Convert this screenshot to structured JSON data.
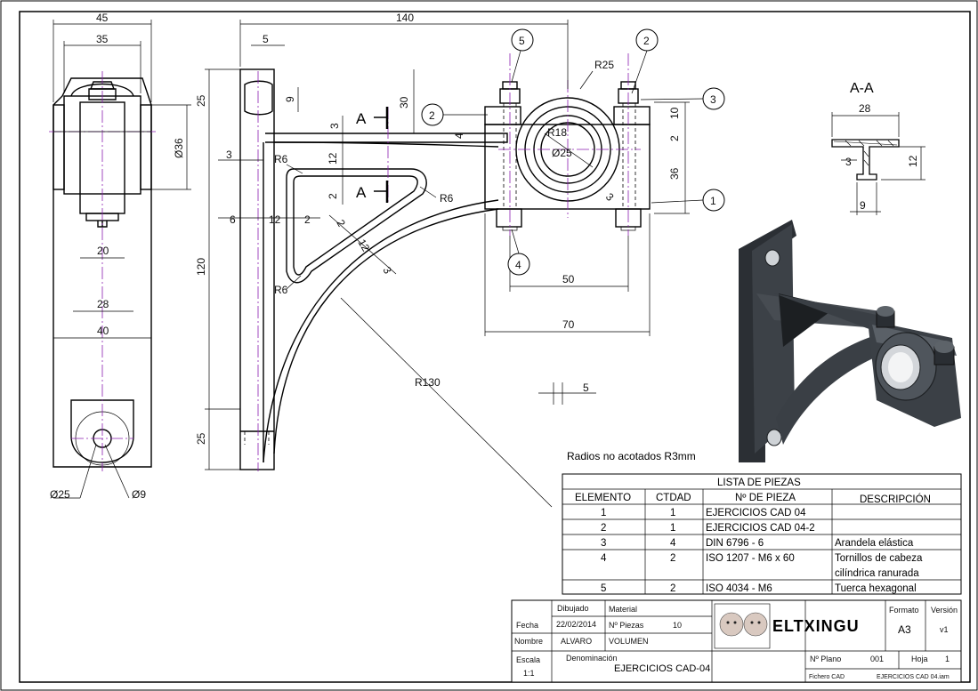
{
  "drawing": {
    "section_label": "A-A",
    "section_marker_top": "A",
    "section_marker_bottom": "A",
    "note": "Radios no acotados R3mm"
  },
  "dimensions": {
    "left_view": {
      "overall_width": "45",
      "top_width": "35",
      "boss_diameter": "Ø36",
      "slot_width": "20",
      "rib_width": "28",
      "body_width": "40",
      "hole_outer": "Ø25",
      "hole_inner": "Ø9"
    },
    "front_view": {
      "overall_length": "140",
      "flange_thk": "5",
      "upper_len": "25",
      "mid_len": "120",
      "lower_len": "25",
      "hole_gap": "9",
      "hole_off": "30",
      "rib_thk_a": "3",
      "rib_thk_b": "12",
      "rib_thk_c": "2",
      "web": "4",
      "left_thk": "3",
      "w6": "6",
      "w12": "12",
      "w2": "2",
      "r6_a": "R6",
      "r6_b": "R6",
      "r6_c": "R6",
      "arc_a": "2",
      "arc_b": "12",
      "arc_c": "3",
      "r130": "R130",
      "r25": "R25",
      "r18": "R18",
      "d25": "Ø25",
      "r3": "3",
      "h10": "10",
      "h2": "2",
      "h36": "36",
      "w50": "50",
      "w70": "70",
      "gap5": "5"
    },
    "section": {
      "width": "28",
      "flange": "3",
      "height": "12",
      "web": "9"
    }
  },
  "balloons": [
    "1",
    "2",
    "2",
    "3",
    "4",
    "5"
  ],
  "parts_list": {
    "title": "LISTA DE PIEZAS",
    "headers": [
      "ELEMENTO",
      "CTDAD",
      "Nº DE PIEZA",
      "DESCRIPCIÓN"
    ],
    "rows": [
      {
        "item": "1",
        "qty": "1",
        "part": "EJERCICIOS CAD 04",
        "desc": ""
      },
      {
        "item": "2",
        "qty": "1",
        "part": "EJERCICIOS CAD 04-2",
        "desc": ""
      },
      {
        "item": "3",
        "qty": "4",
        "part": "DIN 6796 - 6",
        "desc": "Arandela elástica"
      },
      {
        "item": "4",
        "qty": "2",
        "part": "ISO 1207 - M6 x 60",
        "desc": "Tornillos de cabeza",
        "desc2": "cilíndrica ranurada"
      },
      {
        "item": "5",
        "qty": "2",
        "part": "ISO 4034 - M6",
        "desc": "Tuerca hexagonal"
      }
    ]
  },
  "title_block": {
    "dibujado": "Dibujado",
    "material": "Material",
    "fecha_label": "Fecha",
    "fecha": "22/02/2014",
    "npiezas_label": "Nº Piezas",
    "npiezas": "10",
    "nombre_label": "Nombre",
    "nombre": "ALVARO",
    "volumen": "VOLUMEN",
    "escala_label": "Escala",
    "escala": "1:1",
    "denominacion_label": "Denominación",
    "denominacion": "EJERCICIOS CAD-04",
    "logo": "ELTXINGU",
    "formato_label": "Formato",
    "formato": "A3",
    "version_label": "Versión",
    "version": "v1",
    "nplano_label": "Nº Plano",
    "nplano": "001",
    "hoja_label": "Hoja",
    "hoja": "1",
    "fichero_label": "Fichero CAD",
    "fichero": "EJERCICIOS CAD 04.iam"
  },
  "colors": {
    "centerline": "#8a1fb0",
    "model_dark": "#2f3338",
    "model_mid": "#4a4f55"
  }
}
